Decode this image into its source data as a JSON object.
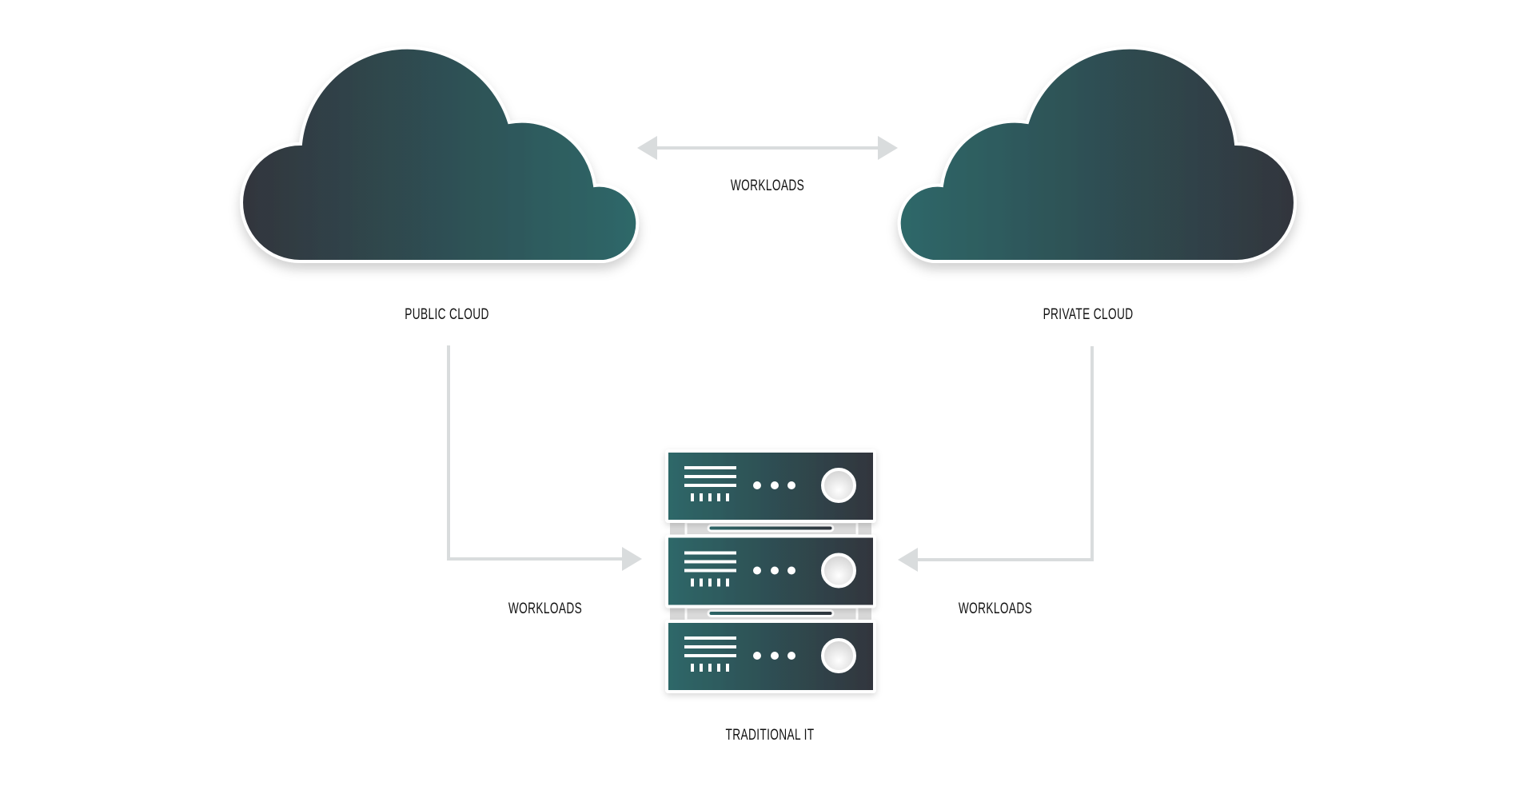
{
  "nodes": {
    "public_cloud": {
      "label": "PUBLIC CLOUD",
      "icon": "cloud-icon"
    },
    "private_cloud": {
      "label": "PRIVATE CLOUD",
      "icon": "cloud-icon"
    },
    "traditional_it": {
      "label": "TRADITIONAL IT",
      "icon": "server-rack-icon",
      "units": 3
    }
  },
  "edges": [
    {
      "from": "public_cloud",
      "to": "private_cloud",
      "direction": "bidirectional",
      "label": "WORKLOADS"
    },
    {
      "from": "public_cloud",
      "to": "traditional_it",
      "direction": "forward",
      "label": "WORKLOADS"
    },
    {
      "from": "private_cloud",
      "to": "traditional_it",
      "direction": "forward",
      "label": "WORKLOADS"
    }
  ],
  "colors": {
    "gradient_dark": "#30353d",
    "gradient_teal": "#2e6869",
    "connector": "#d9dcdd",
    "text": "#111111"
  }
}
